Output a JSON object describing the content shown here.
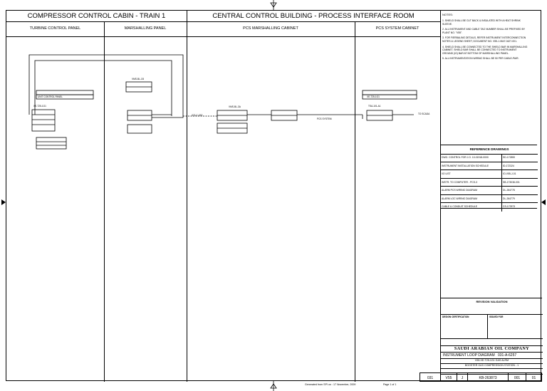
{
  "header": {
    "left_title": "COMPRESSOR CONTROL CABIN - TRAIN 1",
    "center_title": "CENTRAL CONTROL BUILDING - PROCESS INTERFACE ROOM",
    "notes_label": "NOTES:"
  },
  "panels": {
    "turbine": "TURBINE CONTROL PANEL",
    "marshalling": "MARSHALLING PANEL",
    "pcs_marshalling": "PCS MARSHALLING CABINET",
    "pcs_system": "PCS SYSTEM CABINET"
  },
  "notes": [
    "1. SHIELD SHALL BE CUT BACK & INSULATED WITH A HEAT SHRINK SLEEVE.",
    "2. ALL INSTRUMENT AND CABLE TAG NUMBER SHALL BE PREFIXED BY PLANT NO. \"V55\".",
    "3. FOR FIERBALINO DETAILS, REFER INSTRUMENT INTERCONNECTION NOTES & LEGEND SHEET, DOCUMENT NO. V55-J-0647-0427-001.",
    "4. SHIELD SHALL BE CONNECTED TO THE SHIELD BAR IN MARSHALLING CABINET. SHIELD BAR SHALL BE CONNECTED TO INSTRUMENT GROUND (IG) BAR AT BOTTOM OF MARSHALLING PANEL.",
    "5. ALL INSTRUMENTATION WIRING SHALL BE 50 PER CABLE-PAIR."
  ],
  "loop": {
    "turbine_tag": "UNIT CONTROL PANEL",
    "field_tag": "XE-T25-1G1",
    "mp_tag": "VMS-BL-1B",
    "pcs_tag": "TSA-101-A1",
    "pcs_sys_tag": "XE-T25-1G1",
    "cable_a": "ICS-C-1B2",
    "cable_b": "VMS-BL-3A",
    "pcs_io": "PCS SYSTEM",
    "to_scada": "TO SCADA"
  },
  "reference": {
    "title": "REFERENCE DRAWINGS",
    "rows": [
      {
        "desc": "DWG. CONTROL FOR J.O. 10-01918-0000",
        "doc": "SD-172890"
      },
      {
        "desc": "INSTRUMENT INSTALLATION SCHEDULE",
        "doc": "ID-172324"
      },
      {
        "desc": "I/O LIST",
        "doc": "IO-V55-J-01"
      },
      {
        "desc": "INSTR. TO COMPUTER - PCS-3",
        "doc": "SB-173036-001"
      },
      {
        "desc": "ALARM PCS WIRING DIAGRAM",
        "doc": "DL-264778"
      },
      {
        "desc": "ALARM LOC WIRING DIAGRAM",
        "doc": "DL-264779"
      },
      {
        "desc": "CABLE & CONDUIT SCHEDULE",
        "doc": "CS-172573"
      }
    ]
  },
  "title_block": {
    "revision_validation": "REVISION VALIDATION",
    "design_cert": "DESIGN CERTIFICATION",
    "issued_for": "ISSUED FOR",
    "company": "SAUDI ARABIAN OIL COMPANY",
    "doc_title": "INSTRUMENT LOOP DIAGRAM",
    "doc_tag": "031-A-6257",
    "subtitle_1": "V55-XE-T25-1G1 GAS ALRM",
    "subtitle_2": "BOOSTER GAS COMPRESSION STATION - 1",
    "plant_no": "031",
    "index": "V55",
    "class": "J",
    "drawing_no": "KB-263873",
    "sheet": "001",
    "rev": "01",
    "footer_generated": "Generated from SPI on : 17 November, 2009",
    "footer_page": "Page 1 of 1"
  }
}
